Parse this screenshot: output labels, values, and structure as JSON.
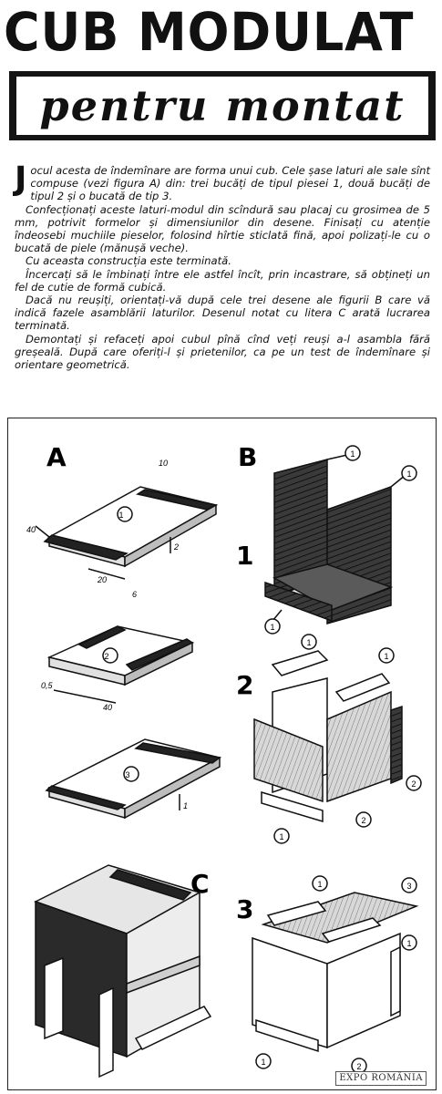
{
  "header": {
    "title": "CUB MODULAT",
    "subtitle": "pentru montat"
  },
  "article": {
    "dropcap": "J",
    "paragraphs": [
      "ocul acesta de îndemînare are forma unui cub. Cele șase laturi ale sale sînt compuse (vezi figura A) din: trei bucăți de tipul piesei 1, două bucăți de tipul 2 și o bucată de tip 3.",
      "Confecționați aceste laturi-modul din scîndură sau placaj cu grosimea de 5 mm, potrivit formelor și dimensiunilor din desene. Finisați cu atenție îndeosebi muchiile pieselor, folosind hîrtie sticlată fină, apoi polizați-le cu o bucată de piele (mănușă veche).",
      "Cu aceasta construcția este terminată.",
      "Încercați să le îmbinați între ele astfel încît, prin incastrare, să obțineți un fel de cutie de formă cubică.",
      "Dacă nu reușiți, orientați-vă după cele trei desene ale figurii B care vă indică fazele asamblării laturilor. Desenul notat cu litera C arată lucrarea terminată.",
      "Demontați și refaceți apoi cubul pînă cînd veți reuși a-l asambla fără greșeală. După care oferiți-l și prietenilor, ca pe un test de îndemînare și orientare geometrică."
    ]
  },
  "figure": {
    "labels": {
      "A": "A",
      "B": "B",
      "C": "C"
    },
    "steps": {
      "s1": "1",
      "s2": "2",
      "s3": "3"
    },
    "piece_numbers": {
      "p1": "1",
      "p2": "2",
      "p3": "3"
    },
    "dimensions": {
      "d10": "10",
      "d20": "20",
      "d40": "40",
      "d2": "2",
      "d6": "6",
      "d05": "0,5",
      "d40b": "40",
      "d1": "1"
    },
    "watermark": "EXPO ROMÂNIA"
  }
}
